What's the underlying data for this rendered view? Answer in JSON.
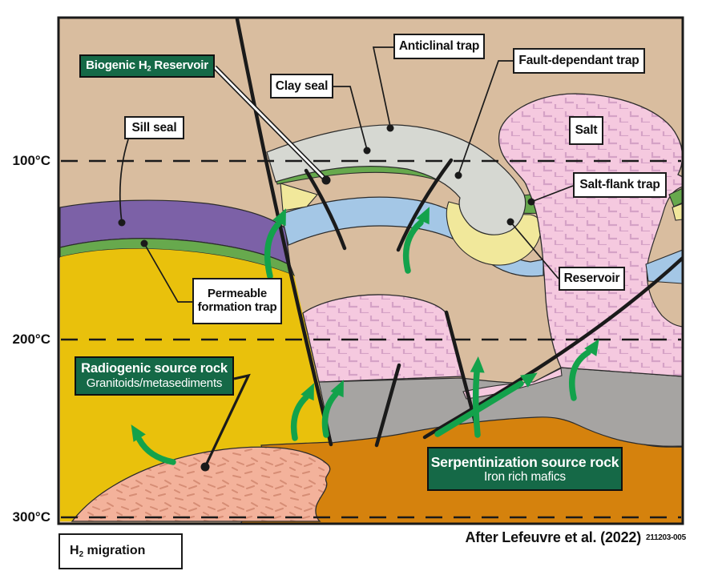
{
  "figure": {
    "temps": {
      "t100": "100°C",
      "t200": "200°C",
      "t300": "300°C"
    },
    "labels": {
      "sill_seal": "Sill seal",
      "clay_seal": "Clay seal",
      "anticlinal": "Anticlinal trap",
      "fault_dependant": "Fault-dependant trap",
      "salt": "Salt",
      "salt_flank": "Salt-flank trap",
      "reservoir": "Reservoir",
      "permeable_line1": "Permeable",
      "permeable_line2": "formation trap"
    },
    "green_boxes": {
      "biogenic": {
        "pre": "Biogenic H",
        "sub": "2",
        "post": " Reservoir"
      },
      "radiogenic": {
        "title": "Radiogenic source rock",
        "subtitle": "Granitoids/metasediments"
      },
      "serpentinization": {
        "title": "Serpentinization source rock",
        "subtitle": "Iron rich mafics"
      }
    },
    "legend": {
      "pre": "H",
      "sub": "2",
      "post": " migration"
    },
    "attribution": "After Lefeuvre et al. (2022)",
    "figure_number": "211203-005",
    "colors": {
      "tan": "#d9bd9f",
      "purple": "#7c61a7",
      "band_green": "#67a94d",
      "gold": "#e9c10c",
      "salt_pink": "#f5c9df",
      "salt_mark": "#d5a2c6",
      "seal_gray": "#d6d8d2",
      "pale_yellow": "#f1e89b",
      "blue": "#a4c7e6",
      "mid_gray": "#a6a4a2",
      "brown": "#d5820d",
      "granite": "#f3b29b",
      "granite_mark": "#d68d75",
      "box_green": "#156947",
      "arrow_green": "#13a24b",
      "line": "#1a1a1a"
    }
  }
}
